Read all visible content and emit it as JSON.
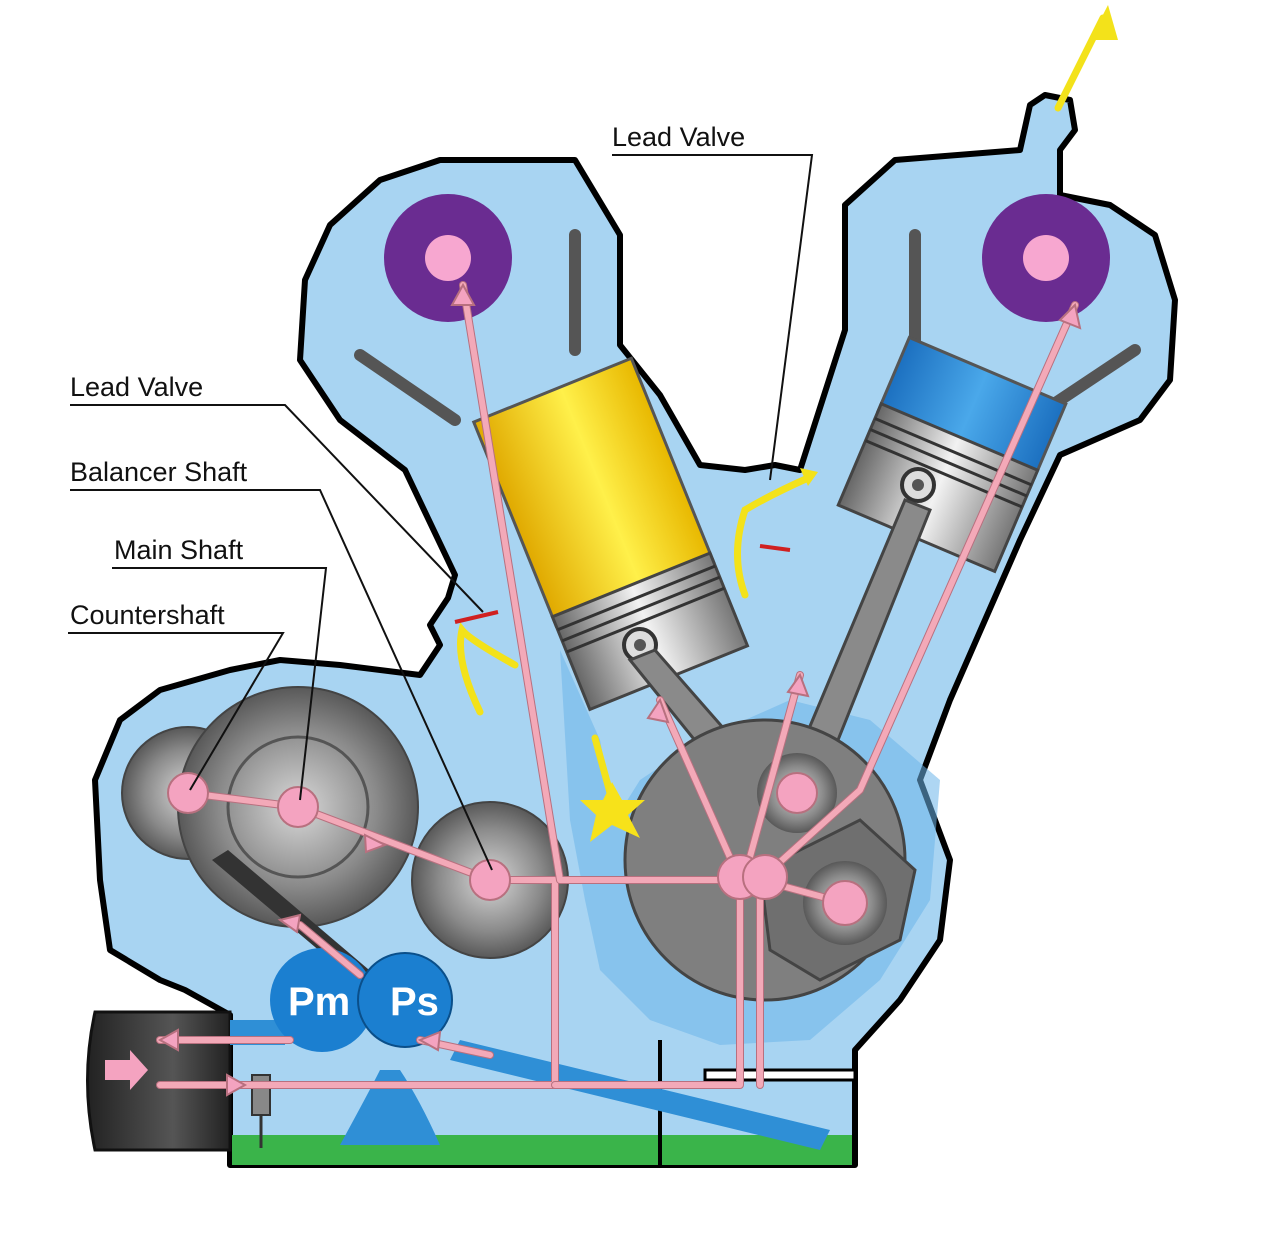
{
  "labels": {
    "lead_valve_top": "Lead Valve",
    "lead_valve_left": "Lead Valve",
    "balancer_shaft": "Balancer Shaft",
    "main_shaft": "Main Shaft",
    "countershaft": "Countershaft",
    "pump_main": "Pm",
    "pump_sub": "Ps"
  },
  "colors": {
    "engine_fill": "#a8d4f2",
    "engine_dark": "#6bb5ea",
    "oil_line": "#f3a9b8",
    "oil_node": "#f4a3c0",
    "intake_mixture": "#f7e21a",
    "exhaust_cam": "#6a2c91",
    "rear_cylinder_charge": "#2f8fd6",
    "pump": "#1b7fd0",
    "oil_pan": "#3ab44a",
    "flow_arrow": "#f3e21a"
  }
}
